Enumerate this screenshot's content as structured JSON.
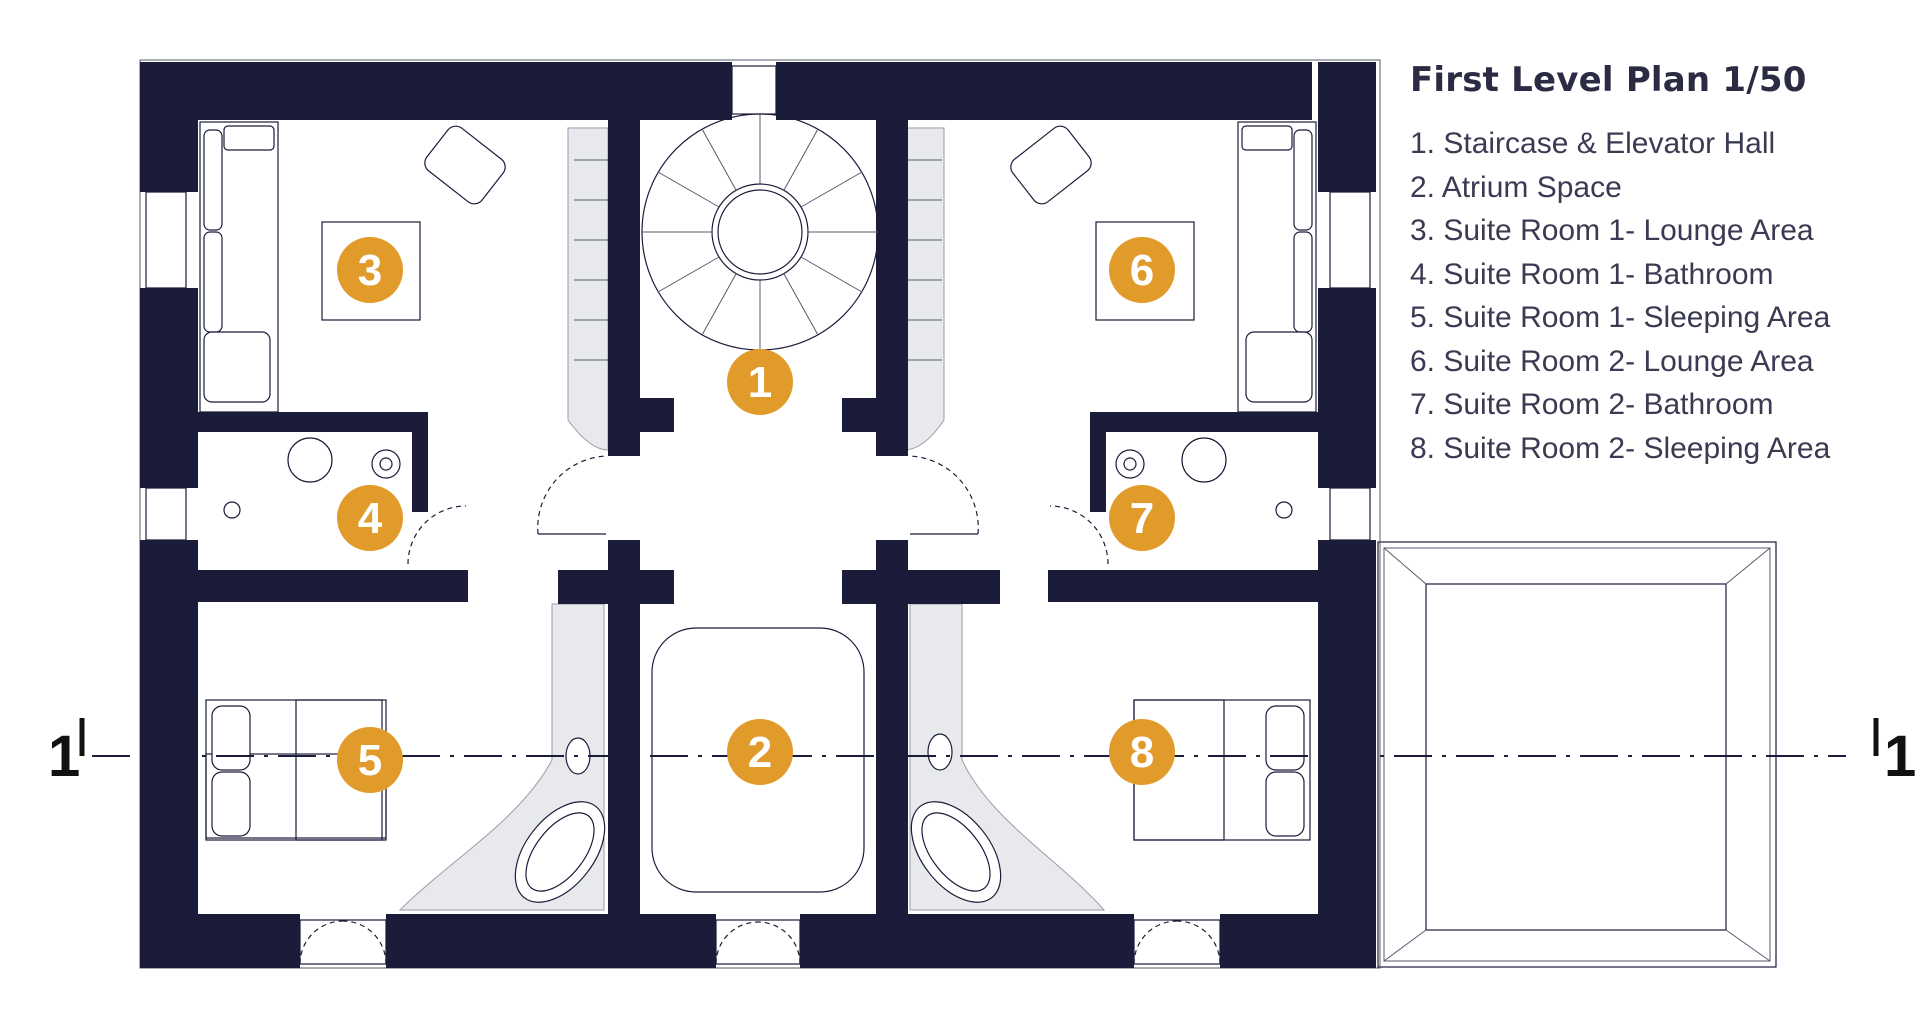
{
  "legend": {
    "title": "First Level Plan 1/50",
    "items": [
      "1. Staircase & Elevator Hall",
      "2. Atrium Space",
      "3. Suite Room 1- Lounge Area",
      "4. Suite Room 1- Bathroom",
      "5. Suite Room 1- Sleeping Area",
      "6. Suite Room 2- Lounge Area",
      "7. Suite Room 2- Bathroom",
      "8. Suite Room 2- Sleeping Area"
    ]
  },
  "room_badges": [
    "1",
    "2",
    "3",
    "4",
    "5",
    "6",
    "7",
    "8"
  ],
  "section_marks": {
    "left": "1",
    "right": "1"
  },
  "colors": {
    "wall": "#1b1c3a",
    "badge": "#e09b2b",
    "text": "#2b2c44"
  }
}
